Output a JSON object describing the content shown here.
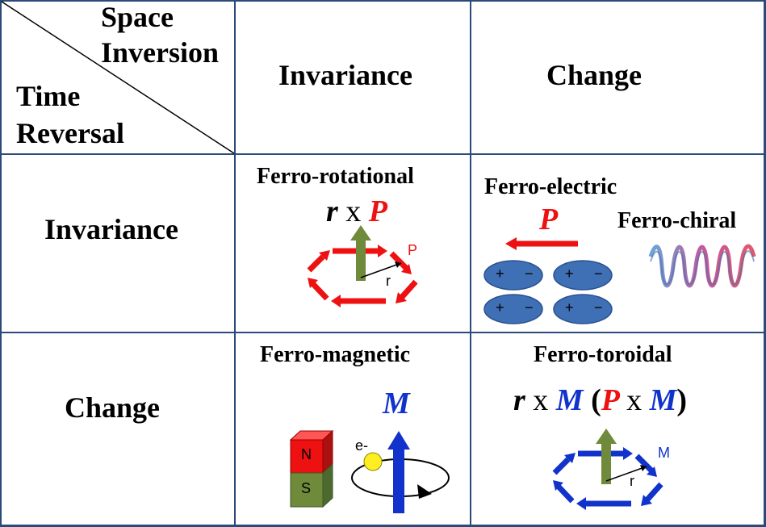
{
  "header": {
    "space_inversion_line1": "Space",
    "space_inversion_line2": "Inversion",
    "time_reversal_line1": "Time",
    "time_reversal_line2": "Reversal",
    "col_invariance": "Invariance",
    "col_change": "Change",
    "row_invariance": "Invariance",
    "row_change": "Change"
  },
  "cells": {
    "ferro_rotational": {
      "title": "Ferro-rotational",
      "formula_r": "r",
      "formula_x": "x",
      "formula_p": "P",
      "label_p": "P",
      "label_r": "r"
    },
    "ferro_electric": {
      "title": "Ferro-electric",
      "formula_p": "P",
      "plus": "+",
      "minus": "−"
    },
    "ferro_chiral": {
      "title": "Ferro-chiral"
    },
    "ferro_magnetic": {
      "title": "Ferro-magnetic",
      "label_m": "M",
      "magnet_n": "N",
      "magnet_s": "S",
      "electron": "e-"
    },
    "ferro_toroidal": {
      "title": "Ferro-toroidal",
      "f_r": "r",
      "f_x1": "x",
      "f_m1": "M",
      "f_open": "(",
      "f_p": "P",
      "f_x2": "x",
      "f_m2": "M",
      "f_close": ")",
      "label_m": "M",
      "label_r": "r"
    }
  },
  "colors": {
    "grid": "#2a4a7a",
    "red": "#ee1111",
    "blue": "#1133cc",
    "green": "#6e8a3a",
    "ellipse": "#3f6fb5"
  }
}
